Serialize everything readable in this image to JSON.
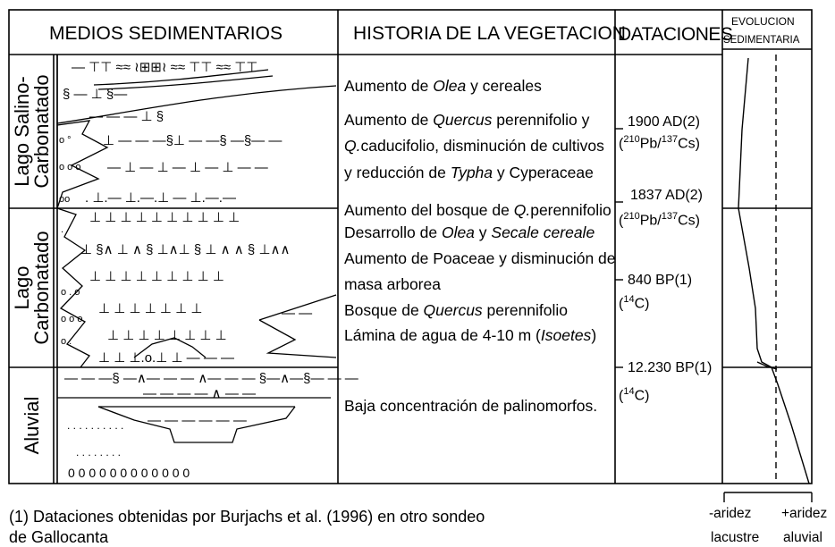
{
  "headers": {
    "medios": "MEDIOS SEDIMENTARIOS",
    "historia": "HISTORIA DE LA VEGETACION",
    "dataciones": "DATACIONES",
    "evolucion_1": "EVOLUCION",
    "evolucion_2": "SEDIMENTARIA"
  },
  "units": {
    "top": {
      "line1": "Lago Salino-",
      "line2": "Carbonatado"
    },
    "middle": {
      "line1": "Lago",
      "line2": "Carbonatado"
    },
    "bottom": {
      "line1": "Aluvial"
    }
  },
  "vegetation": [
    {
      "parts": [
        {
          "t": "Aumento de "
        },
        {
          "t": "Olea",
          "i": true
        },
        {
          "t": " y cereales"
        }
      ]
    },
    {
      "parts": [
        {
          "t": "Aumento de "
        },
        {
          "t": "Quercus",
          "i": true
        },
        {
          "t": " perennifolio y"
        }
      ]
    },
    {
      "parts": [
        {
          "t": "Q.",
          "i": true
        },
        {
          "t": "caducifolio, disminución de cultivos"
        }
      ]
    },
    {
      "parts": [
        {
          "t": "y reducción de "
        },
        {
          "t": "Typha",
          "i": true
        },
        {
          "t": " y Cyperaceae"
        }
      ]
    },
    {
      "parts": [
        {
          "t": "Aumento del bosque de "
        },
        {
          "t": "Q.",
          "i": true
        },
        {
          "t": "perennifolio"
        }
      ]
    },
    {
      "parts": [
        {
          "t": "Desarrollo de "
        },
        {
          "t": "Olea",
          "i": true
        },
        {
          "t": " y "
        },
        {
          "t": "Secale cereale",
          "i": true
        }
      ]
    },
    {
      "parts": [
        {
          "t": "Aumento de Poaceae y disminución de"
        }
      ]
    },
    {
      "parts": [
        {
          "t": "masa arborea"
        }
      ]
    },
    {
      "parts": [
        {
          "t": "Bosque de "
        },
        {
          "t": "Quercus",
          "i": true
        },
        {
          "t": " perennifolio"
        }
      ]
    },
    {
      "parts": [
        {
          "t": "Lámina de agua de 4-10 m ("
        },
        {
          "t": "Isoetes",
          "i": true
        },
        {
          "t": ")"
        }
      ]
    },
    {
      "parts": [
        {
          "t": "Baja concentración de palinomorfos."
        }
      ]
    }
  ],
  "dates": [
    {
      "date": "1900 AD(2)",
      "method_parts": [
        {
          "t": "("
        },
        {
          "t": "210",
          "sup": true
        },
        {
          "t": "Pb/"
        },
        {
          "t": "137",
          "sup": true
        },
        {
          "t": "Cs)"
        }
      ]
    },
    {
      "date": "1837 AD(2)",
      "method_parts": [
        {
          "t": "("
        },
        {
          "t": "210",
          "sup": true
        },
        {
          "t": "Pb/"
        },
        {
          "t": "137",
          "sup": true
        },
        {
          "t": "Cs)"
        }
      ]
    },
    {
      "date": "840 BP(1)",
      "method_parts": [
        {
          "t": "("
        },
        {
          "t": "14",
          "sup": true
        },
        {
          "t": "C)"
        }
      ]
    },
    {
      "date": "12.230 BP(1)",
      "method_parts": [
        {
          "t": "("
        },
        {
          "t": "14",
          "sup": true
        },
        {
          "t": "C)"
        }
      ]
    }
  ],
  "footnote": {
    "line1": "(1) Dataciones obtenidas por Burjachs et al. (1996) en otro sondeo",
    "line2": "de Gallocanta"
  },
  "axis": {
    "left_1": "-aridez",
    "left_2": "lacustre",
    "right_1": "+aridez",
    "right_2": "aluvial"
  }
}
